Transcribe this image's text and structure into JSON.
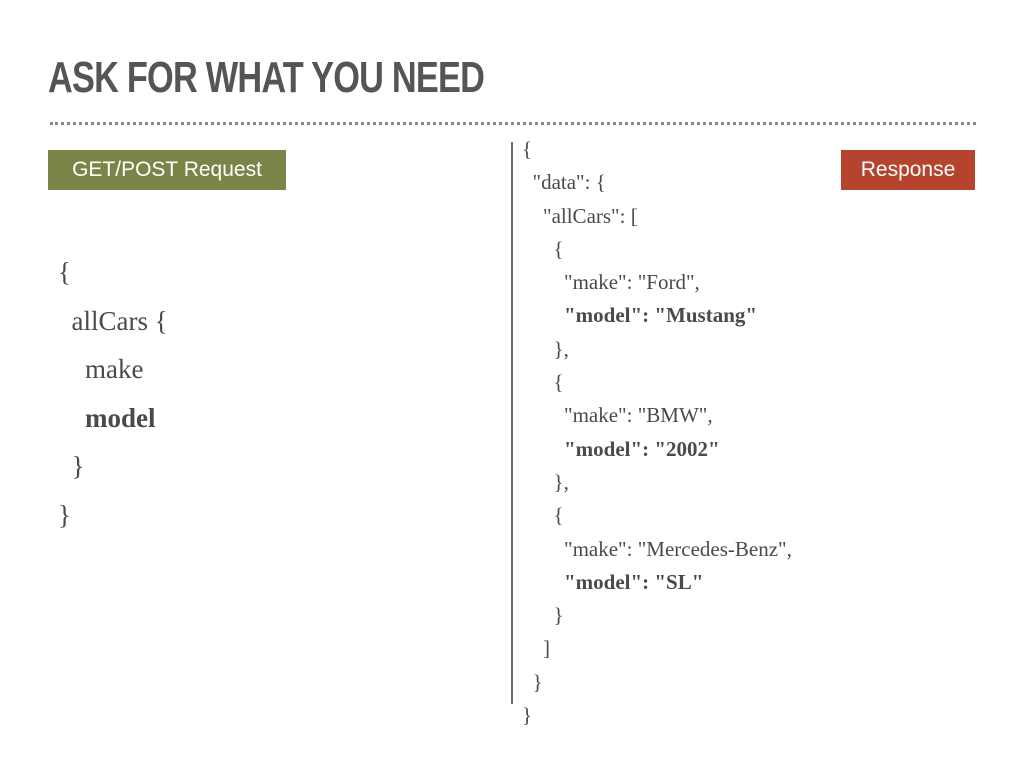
{
  "slide": {
    "title": "ASK FOR WHAT YOU NEED",
    "request_label": "GET/POST Request",
    "response_label": "Response",
    "colors": {
      "request_label_bg": "#7b8447",
      "response_label_bg": "#b5432e",
      "title": "#555555",
      "text": "#4a4a4a"
    }
  },
  "query_lines": [
    "{",
    "  allCars {",
    "    make",
    "    model",
    "  }",
    "}"
  ],
  "response_lines": [
    "{",
    "  \"data\": {",
    "    \"allCars\": [",
    "      {",
    "        \"make\": \"Ford\",",
    "        \"model\": \"Mustang\"",
    "      },",
    "      {",
    "        \"make\": \"BMW\",",
    "        \"model\": \"2002\"",
    "      },",
    "      {",
    "        \"make\": \"Mercedes-Benz\",",
    "        \"model\": \"SL\"",
    "      }",
    "    ]",
    "  }",
    "}"
  ]
}
